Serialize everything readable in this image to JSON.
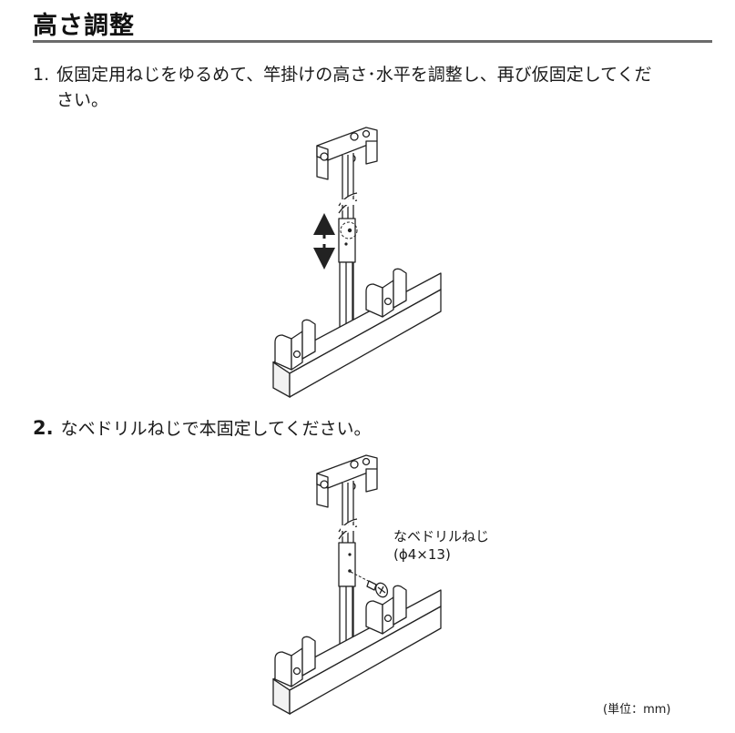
{
  "section": {
    "title": "高さ調整"
  },
  "steps": [
    {
      "number": "1.",
      "text_line1": "仮固定用ねじをゆるめて、竿掛けの高さ･水平を調整し、再び仮固定してくだ",
      "text_line2": "さい。"
    },
    {
      "number": "2.",
      "text": "なベドリルねじで本固定してください。"
    }
  ],
  "figure2": {
    "callout_line1": "なベドリルねじ",
    "callout_line2": "(ϕ4×13)"
  },
  "unit_note": "(単位：mm)"
}
